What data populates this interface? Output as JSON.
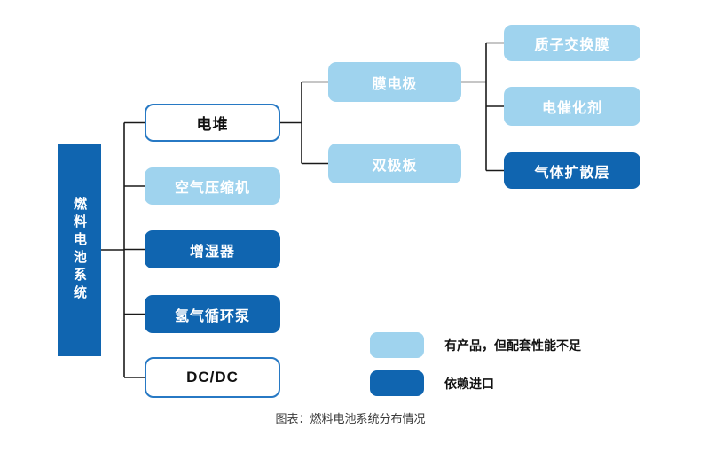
{
  "colors": {
    "dark_blue": "#1065b0",
    "light_blue": "#9fd3ee",
    "outline_blue": "#2779c4",
    "connector_line": "#1a1a1a"
  },
  "tree": {
    "root": {
      "label": "燃料电池系统",
      "status": "dark"
    },
    "level1": [
      {
        "label": "电堆",
        "status": "outline"
      },
      {
        "label": "空气压缩机",
        "status": "light"
      },
      {
        "label": "增湿器",
        "status": "dark"
      },
      {
        "label": "氢气循环泵",
        "status": "dark"
      },
      {
        "label": "DC/DC",
        "status": "outline"
      }
    ],
    "level2": [
      {
        "label": "膜电极",
        "status": "light"
      },
      {
        "label": "双极板",
        "status": "light"
      }
    ],
    "level3": [
      {
        "label": "质子交换膜",
        "status": "light"
      },
      {
        "label": "电催化剂",
        "status": "light"
      },
      {
        "label": "气体扩散层",
        "status": "dark"
      }
    ]
  },
  "legend": {
    "items": [
      {
        "swatch": "light",
        "label": "有产品，但配套性能不足"
      },
      {
        "swatch": "dark",
        "label": "依赖进口"
      }
    ]
  },
  "caption": "图表：燃料电池系统分布情况"
}
